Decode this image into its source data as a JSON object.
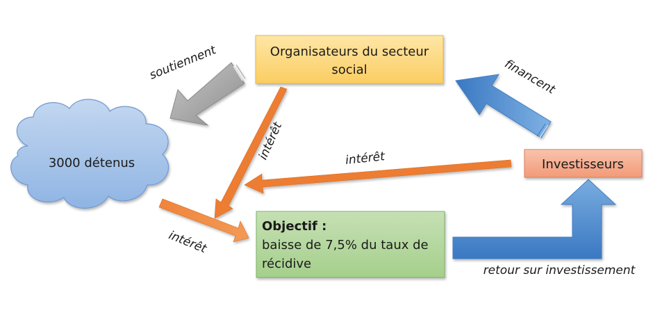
{
  "nodes": {
    "organisateurs": {
      "line1": "Organisateurs du secteur",
      "line2": "social",
      "color": "#fdd87f"
    },
    "detenus": {
      "label": "3000 détenus",
      "color": "#a9c6ea"
    },
    "investisseurs": {
      "label": "Investisseurs",
      "color": "#f4a98a"
    },
    "objectif": {
      "title": "Objectif :",
      "line1": "baisse de 7,5% du taux de",
      "line2": "récidive",
      "color": "#b5d7a0"
    }
  },
  "edges": {
    "soutiennent": "soutiennent",
    "financent": "financent",
    "interet_org": "intérêt",
    "interet_inv": "intérêt",
    "interet_det": "intérêt",
    "retour": "retour sur investissement"
  },
  "colors": {
    "orange_arrow": "#ed7d31",
    "blue_arrow": "#5b9bd5",
    "grey_arrow": "#a6a6a6"
  }
}
